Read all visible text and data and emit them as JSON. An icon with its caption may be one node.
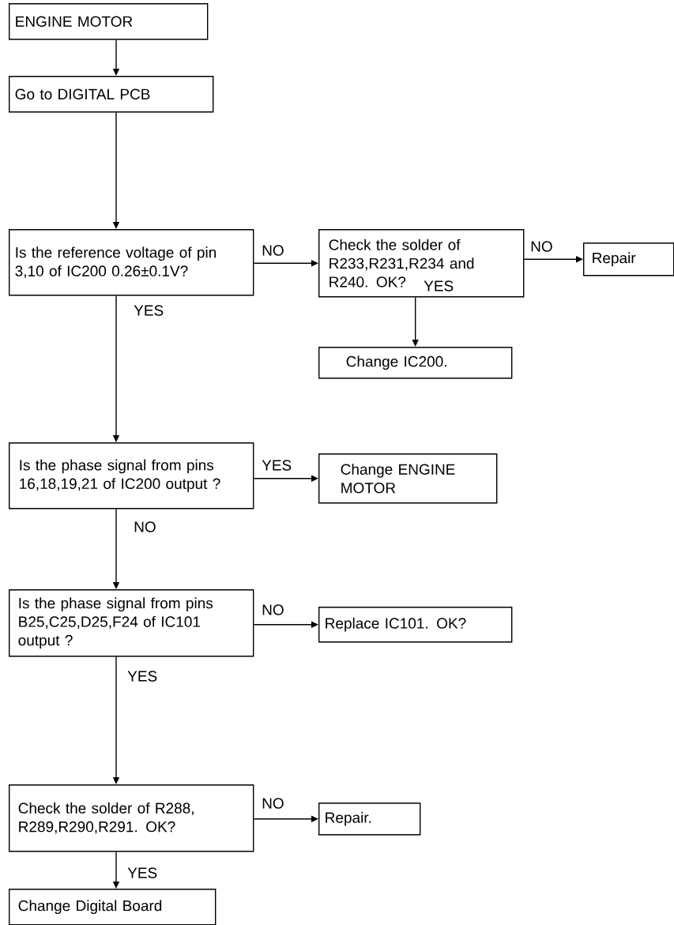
{
  "diagram": {
    "nodes": [
      {
        "text": [
          "ENGINE MOTOR"
        ]
      },
      {
        "text": [
          "Go to DIGITAL PCB"
        ]
      },
      {
        "text": [
          "Is the reference voltage of pin 3,10 of IC200 0.26±0.1V?"
        ]
      },
      {
        "text": [
          "Check the solder of R233,R231,R234 and R240. OK?"
        ]
      },
      {
        "text": [
          "Repair"
        ]
      },
      {
        "text": [
          "Change IC200."
        ]
      },
      {
        "text": [
          "Is the phase signal from pins 16,18,19,21 of IC200 output ?"
        ]
      },
      {
        "text": [
          "Change ENGINE MOTOR"
        ]
      },
      {
        "text": [
          "Is the phase signal from pins B25,C25,D25,F24 of IC101 output ?"
        ]
      },
      {
        "text": [
          "Replace IC101. OK?"
        ]
      },
      {
        "text": [
          "Check the solder of R288, R289,R290,R291. OK?"
        ]
      },
      {
        "text": [
          "Repair."
        ]
      },
      {
        "text": [
          "Change Digital Board"
        ]
      }
    ],
    "edges": [
      {
        "from": 0,
        "to": 1,
        "arrow": "to"
      },
      {
        "from": 1,
        "to": 2,
        "arrow": "to"
      },
      {
        "from": 2,
        "to": 3,
        "arrow": "to",
        "label": "NO"
      },
      {
        "from": 3,
        "to": 4,
        "arrow": "to",
        "label": "NO"
      },
      {
        "from": 3,
        "to": 5,
        "arrow": "to",
        "label": "YES"
      },
      {
        "from": 2,
        "to": 6,
        "arrow": "to",
        "label": "YES"
      },
      {
        "from": 6,
        "to": 7,
        "arrow": "to",
        "label": "YES"
      },
      {
        "from": 6,
        "to": 8,
        "arrow": "to",
        "label": "NO"
      },
      {
        "from": 8,
        "to": 9,
        "arrow": "to",
        "label": "NO"
      },
      {
        "from": 8,
        "to": 10,
        "arrow": "to",
        "label": "YES"
      },
      {
        "from": 10,
        "to": 11,
        "arrow": "to",
        "label": "NO"
      },
      {
        "from": 10,
        "to": 12,
        "arrow": "to",
        "label": "YES"
      }
    ]
  }
}
